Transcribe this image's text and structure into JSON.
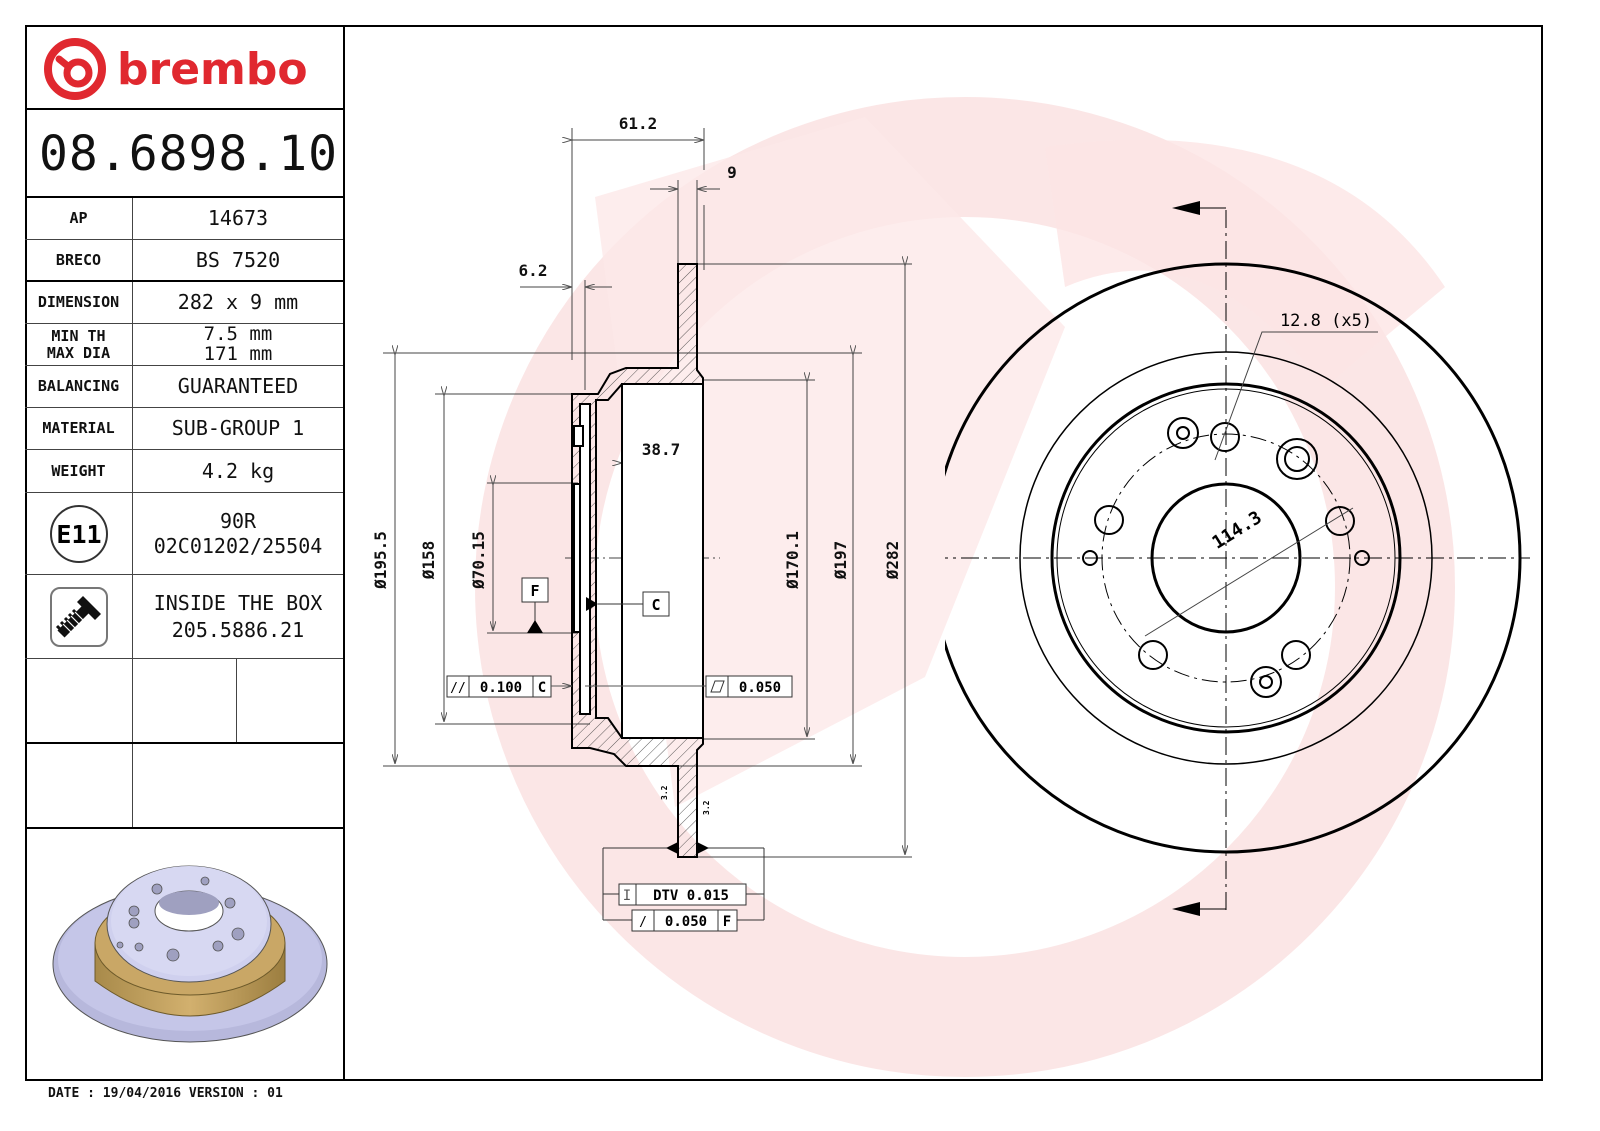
{
  "header": {
    "brand": "brembo",
    "brand_color": "#e0282f",
    "part_number": "08.6898.10"
  },
  "specs": [
    {
      "label": "AP",
      "value": "14673"
    },
    {
      "label": "BRECO",
      "value": "BS 7520"
    },
    {
      "label": "DIMENSION",
      "value": "282 x 9 mm"
    },
    {
      "label": "MIN TH",
      "label2": "MAX DIA",
      "value": "7.5 mm",
      "value2": "171 mm"
    },
    {
      "label": "BALANCING",
      "value": "GUARANTEED"
    },
    {
      "label": "MATERIAL",
      "value": "SUB-GROUP 1"
    },
    {
      "label": "WEIGHT",
      "value": "4.2 kg"
    }
  ],
  "approval": {
    "badge": "E11",
    "line1": "90R",
    "line2": "02C01202/25504"
  },
  "accessory": {
    "icon": "screw-icon",
    "line1": "INSIDE THE BOX",
    "line2": "205.5886.21"
  },
  "footer": {
    "date_text": "DATE : 19/04/2016 VERSION : 01"
  },
  "section_view": {
    "dims": {
      "overall_height": "61.2",
      "disc_thickness": "9",
      "hat_wall": "6.2",
      "hat_depth": "38.7",
      "d1": "Ø195.5",
      "d2": "Ø158",
      "d3": "Ø70.15",
      "d4": "Ø170.1",
      "d5": "Ø197",
      "d6": "Ø282"
    },
    "datums": {
      "f": "F",
      "c": "C"
    },
    "tolerances": {
      "parallelism_symbol": "//",
      "parallelism_value": "0.100",
      "parallelism_datum": "C",
      "flatness_value": "0.050",
      "dtv_label": "DTV 0.015",
      "runout_symbol": "/",
      "runout_value": "0.050",
      "runout_datum": "F"
    },
    "roughness": [
      "3.2",
      "3.2"
    ]
  },
  "front_view": {
    "bolt_hole_callout": "12.8 (x5)",
    "pcd": "114.3"
  }
}
